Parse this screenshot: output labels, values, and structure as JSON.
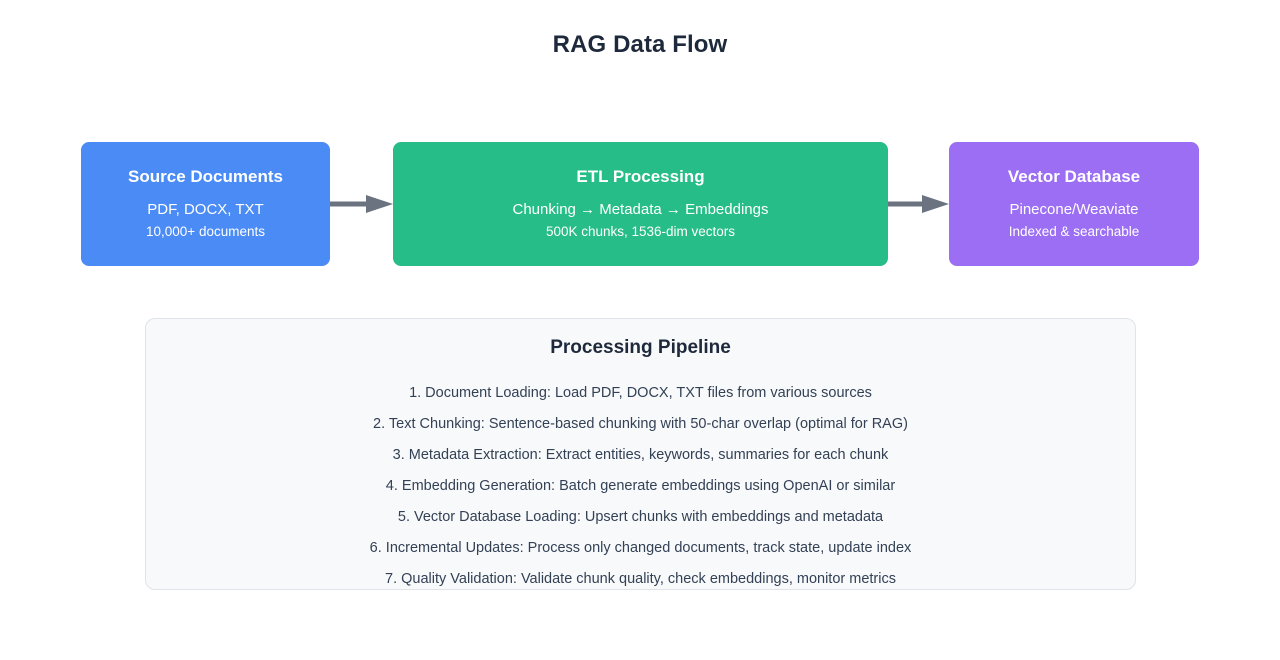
{
  "page": {
    "title": "RAG Data Flow",
    "background_color": "#ffffff",
    "title_color": "#1e293b"
  },
  "flow": {
    "arrow_color": "#6b7280",
    "stages": [
      {
        "id": "source-documents",
        "title": "Source Documents",
        "line1": "PDF, DOCX, TXT",
        "line2": "10,000+ documents",
        "color": "#4a8bf5"
      },
      {
        "id": "etl-processing",
        "title": "ETL Processing",
        "line1": "Chunking → Metadata → Embeddings",
        "line2": "500K chunks, 1536-dim vectors",
        "color": "#26bd88"
      },
      {
        "id": "vector-database",
        "title": "Vector Database",
        "line1": "Pinecone/Weaviate",
        "line2": "Indexed & searchable",
        "color": "#9b6ef3"
      }
    ],
    "arrows": [
      {
        "id": "arrow-source-to-etl",
        "icon": "arrow-right-icon"
      },
      {
        "id": "arrow-etl-to-vector",
        "icon": "arrow-right-icon"
      }
    ]
  },
  "pipeline": {
    "title": "Processing Pipeline",
    "background_color": "#f8f9fb",
    "border_color": "#dfe3ea",
    "steps": [
      "1. Document Loading: Load PDF, DOCX, TXT files from various sources",
      "2. Text Chunking: Sentence-based chunking with 50-char overlap (optimal for RAG)",
      "3. Metadata Extraction: Extract entities, keywords, summaries for each chunk",
      "4. Embedding Generation: Batch generate embeddings using OpenAI or similar",
      "5. Vector Database Loading: Upsert chunks with embeddings and metadata",
      "6. Incremental Updates: Process only changed documents, track state, update index",
      "7. Quality Validation: Validate chunk quality, check embeddings, monitor metrics"
    ]
  }
}
